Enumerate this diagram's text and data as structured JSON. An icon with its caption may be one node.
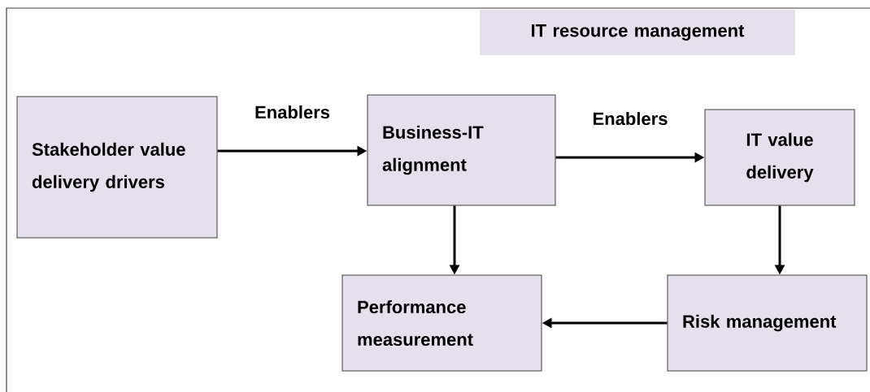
{
  "diagram": {
    "nodes": [
      {
        "text": [
          "IT resource management"
        ]
      },
      {
        "text": [
          "Stakeholder value delivery drivers"
        ]
      },
      {
        "text": [
          "Business-IT alignment"
        ]
      },
      {
        "text": [
          "IT value delivery"
        ]
      },
      {
        "text": [
          "Performance measurement"
        ]
      },
      {
        "text": [
          "Risk management"
        ]
      }
    ],
    "edges": [
      {
        "from": 1,
        "to": 2,
        "arrow": "to",
        "label": "Enablers"
      },
      {
        "from": 2,
        "to": 3,
        "arrow": "to",
        "label": "Enablers"
      },
      {
        "from": 2,
        "to": 4,
        "arrow": "to"
      },
      {
        "from": 3,
        "to": 5,
        "arrow": "to"
      },
      {
        "from": 5,
        "to": 4,
        "arrow": "to"
      }
    ]
  }
}
